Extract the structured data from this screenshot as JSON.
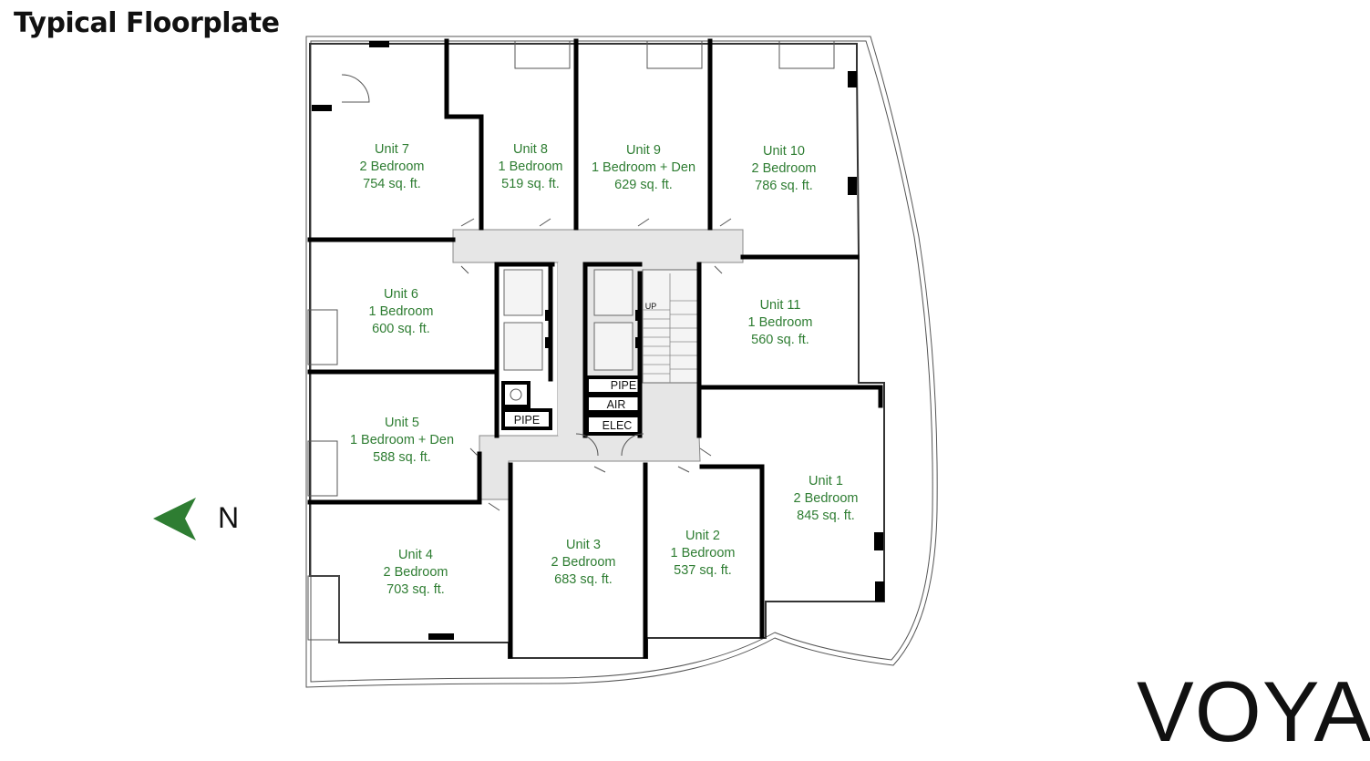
{
  "title": "Typical Floorplate",
  "brand": "VOYA",
  "north_label": "N",
  "colors": {
    "unit_label": "#2e7d32",
    "corridor": "#e6e6e6",
    "wall": "#000000",
    "arrow": "#2e7d32"
  },
  "units": [
    {
      "id": "unit-7",
      "name": "Unit 7",
      "type": "2 Bedroom",
      "area": "754 sq. ft."
    },
    {
      "id": "unit-8",
      "name": "Unit 8",
      "type": "1 Bedroom",
      "area": "519 sq. ft."
    },
    {
      "id": "unit-9",
      "name": "Unit 9",
      "type": "1 Bedroom + Den",
      "area": "629 sq. ft."
    },
    {
      "id": "unit-10",
      "name": "Unit 10",
      "type": "2 Bedroom",
      "area": "786 sq. ft."
    },
    {
      "id": "unit-6",
      "name": "Unit 6",
      "type": "1 Bedroom",
      "area": "600 sq. ft."
    },
    {
      "id": "unit-11",
      "name": "Unit 11",
      "type": "1 Bedroom",
      "area": "560 sq. ft."
    },
    {
      "id": "unit-5",
      "name": "Unit 5",
      "type": "1 Bedroom + Den",
      "area": "588 sq. ft."
    },
    {
      "id": "unit-1",
      "name": "Unit 1",
      "type": "2 Bedroom",
      "area": "845 sq. ft."
    },
    {
      "id": "unit-4",
      "name": "Unit 4",
      "type": "2 Bedroom",
      "area": "703 sq. ft."
    },
    {
      "id": "unit-3",
      "name": "Unit 3",
      "type": "2 Bedroom",
      "area": "683 sq. ft."
    },
    {
      "id": "unit-2",
      "name": "Unit 2",
      "type": "1 Bedroom",
      "area": "537 sq. ft."
    }
  ],
  "core_rooms": {
    "pipe_left": "PIPE",
    "pipe_right": "PIPE",
    "air": "AIR",
    "elec": "ELEC",
    "stair_up": "UP"
  },
  "icons": {
    "north_arrow": "north-arrow-icon"
  }
}
